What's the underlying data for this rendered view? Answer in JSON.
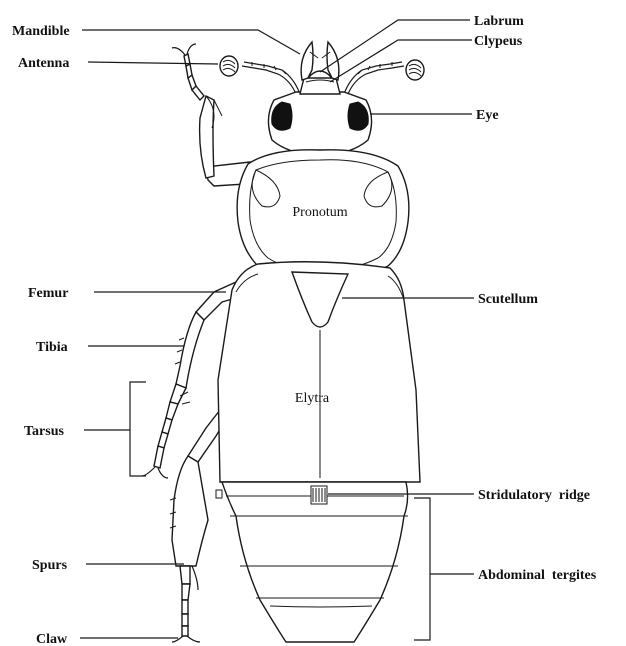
{
  "labels": {
    "mandible": "Mandible",
    "antenna": "Antenna",
    "labrum": "Labrum",
    "clypeus": "Clypeus",
    "eye": "Eye",
    "pronotum": "Pronotum",
    "femur": "Femur",
    "scutellum": "Scutellum",
    "tibia": "Tibia",
    "elytra": "Elytra",
    "tarsus": "Tarsus",
    "stridulatory_ridge": "Stridulatory  ridge",
    "spurs": "Spurs",
    "abdominal_tergites": "Abdominal  tergites",
    "claw": "Claw"
  }
}
